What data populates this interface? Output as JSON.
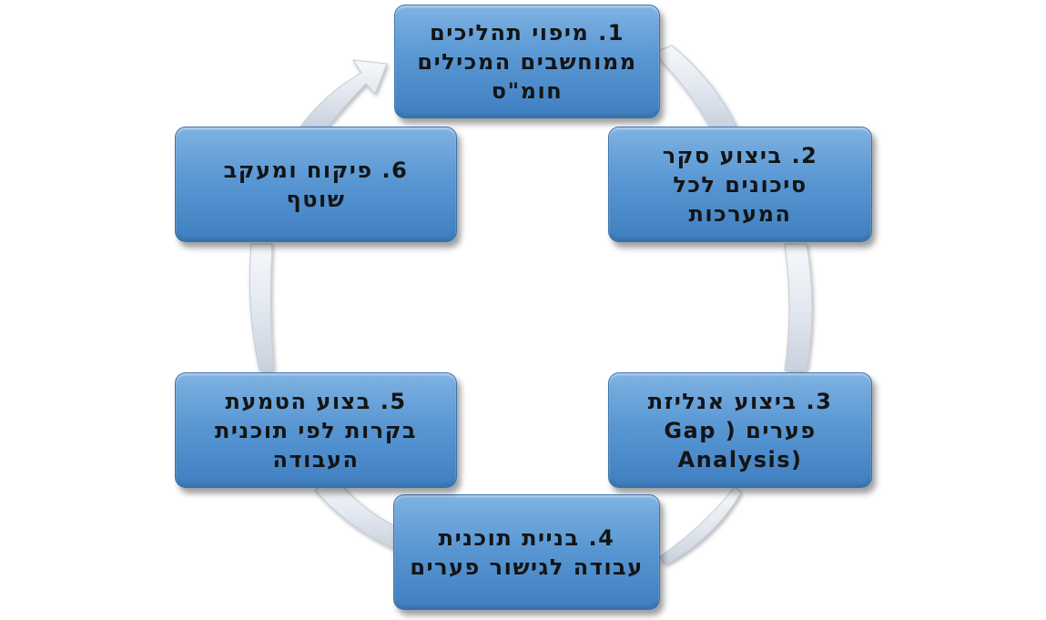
{
  "diagram": {
    "type": "cycle",
    "colors": {
      "box_fill": "#5a98d4",
      "box_border": "#3a72ad",
      "arrow_fill": "#e4e9f2",
      "text": "#141414"
    },
    "steps": [
      {
        "label": "1. מיפוי תהליכים\nממוחשבים המכילים\nחומ\"ס"
      },
      {
        "label": "2. ביצוע סקר\nסיכונים לכל\nהמערכות"
      },
      {
        "label": "3. ביצוע אנליזת\nפערים ( Gap\nAnalysis)"
      },
      {
        "label": "4. בניית תוכנית\nעבודה לגישור פערים"
      },
      {
        "label": "5. בצוע הטמעת\nבקרות לפי תוכנית\nהעבודה"
      },
      {
        "label": "6. פיקוח ומעקב\nשוטף"
      }
    ]
  }
}
